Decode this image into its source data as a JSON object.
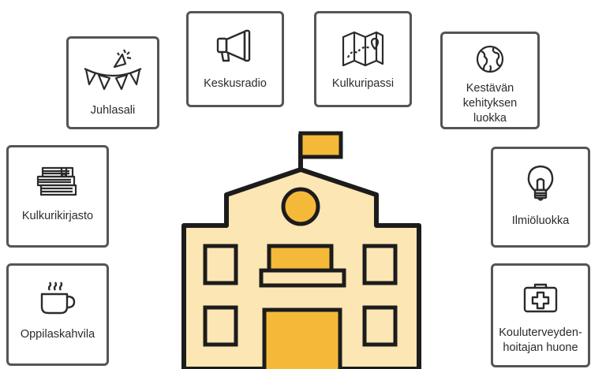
{
  "rooms": {
    "juhlasali": {
      "label": "Juhlasali",
      "icon": "party-garland-icon"
    },
    "keskusradio": {
      "label": "Keskusradio",
      "icon": "megaphone-icon"
    },
    "kulkuripassi": {
      "label": "Kulkuripassi",
      "icon": "map-icon"
    },
    "kestavan": {
      "label": "Kestävän\nkehityksen\nluokka",
      "icon": "globe-icon"
    },
    "kulkurikirjasto": {
      "label": "Kulkurikirjasto",
      "icon": "books-icon"
    },
    "ilmioluokka": {
      "label": "Ilmiöluokka",
      "icon": "lightbulb-icon"
    },
    "oppilaskahvila": {
      "label": "Oppilaskahvila",
      "icon": "coffee-cup-icon"
    },
    "terveydenhoitaja": {
      "label": "Kouluterveyden-\nhoitajan huone",
      "icon": "first-aid-kit-icon"
    }
  },
  "colors": {
    "border": "#555558",
    "building_fill": "#fbe6b4",
    "building_accent": "#f5b93a",
    "outline": "#1c1c1c"
  }
}
